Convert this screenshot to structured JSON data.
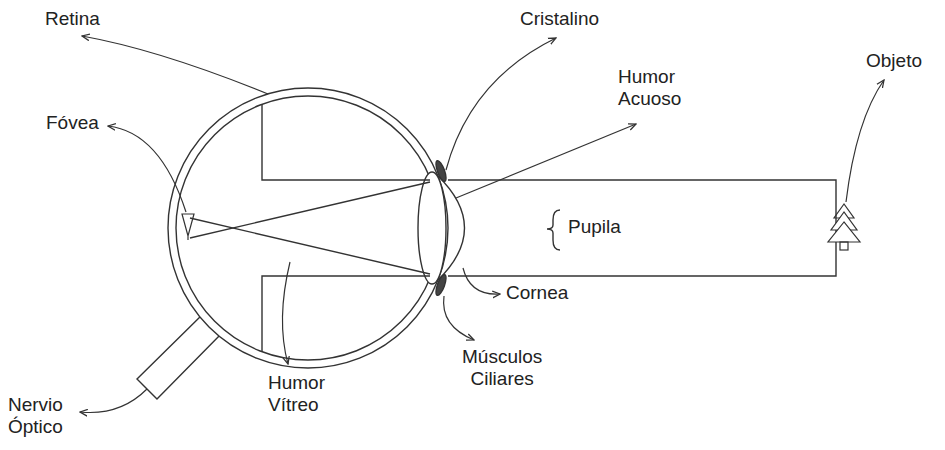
{
  "diagram": {
    "labels": [
      "Retina",
      "Cristalino",
      "Humor Acuoso",
      "Objeto",
      "Fóvea",
      "Pupila",
      "Cornea",
      "Nervio Óptico",
      "Humor Vítreo",
      "Músculos Ciliares"
    ]
  }
}
